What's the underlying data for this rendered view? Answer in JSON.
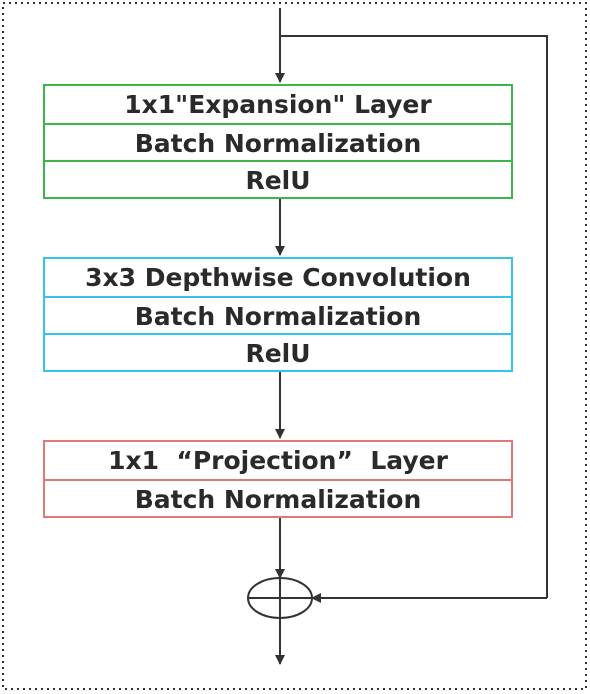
{
  "diagram": {
    "blocks": [
      {
        "id": "expansion",
        "color": "#3cb44b",
        "rows": [
          "1x1\"Expansion\" Layer",
          "Batch Normalization",
          "RelU"
        ]
      },
      {
        "id": "depthwise",
        "color": "#35c3e8",
        "rows": [
          "3x3 Depthwise Convolution",
          "Batch Normalization",
          "RelU"
        ]
      },
      {
        "id": "projection",
        "color": "#e07878",
        "rows": [
          "1x1  “Projection”  Layer",
          "Batch Normalization"
        ]
      }
    ],
    "add_node_icon": "circled-plus-icon",
    "skip_connection": "residual-shortcut",
    "line_color": "#333333",
    "frame_style": "dotted"
  }
}
